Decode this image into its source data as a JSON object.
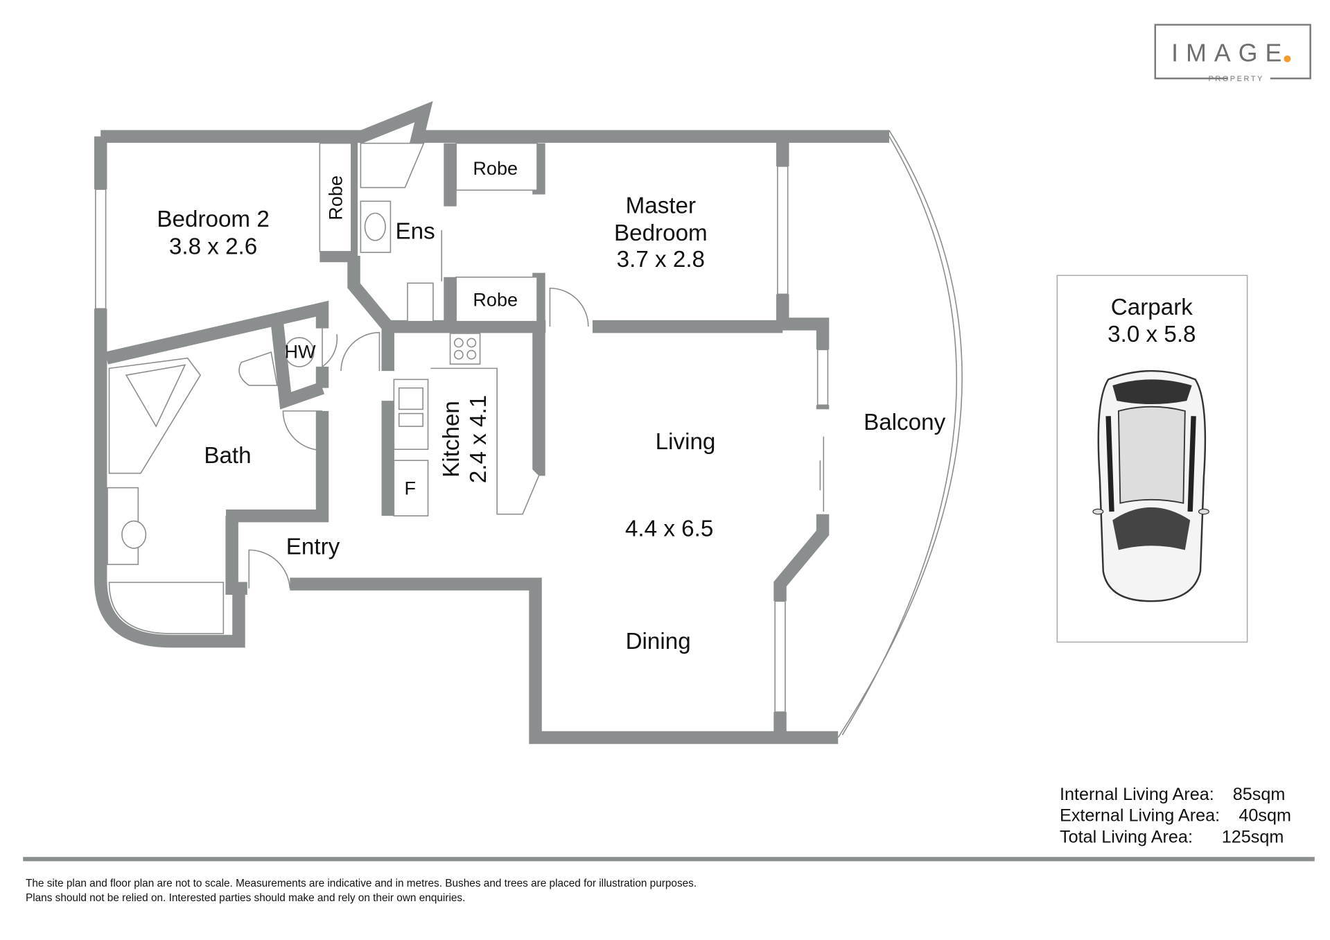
{
  "logo": {
    "name": "IMAGE",
    "sub": "PROPERTY",
    "dot_color": "#f39a2b"
  },
  "rooms": {
    "bedroom2": {
      "name": "Bedroom 2",
      "size": "3.8 x 2.6"
    },
    "robe_bed2": "Robe",
    "ensuite": "Ens",
    "robe_top": "Robe",
    "robe_bottom": "Robe",
    "master": {
      "name1": "Master",
      "name2": "Bedroom",
      "size": "3.7 x 2.8"
    },
    "hw": "HW",
    "bath": "Bath",
    "kitchen": {
      "name": "Kitchen",
      "size": "2.4 x 4.1"
    },
    "fridge": "F",
    "living": {
      "name": "Living",
      "size": "4.4 x 6.5"
    },
    "dining": "Dining",
    "entry": "Entry",
    "balcony": "Balcony",
    "carpark": {
      "name": "Carpark",
      "size": "3.0 x 5.8"
    }
  },
  "areas": [
    {
      "label": "Internal Living Area:",
      "value": "85sqm"
    },
    {
      "label": "External Living Area:",
      "value": "40sqm"
    },
    {
      "label": "Total Living Area:",
      "value": "125sqm"
    }
  ],
  "disclaimer": [
    "The site plan and floor plan are not to scale. Measurements are indicative and in metres. Bushes and trees are placed for illustration purposes.",
    "Plans should not be relied on. Interested parties should make and rely on their own enquiries."
  ],
  "colors": {
    "wall": "#8b8e8e",
    "accent": "#f39a2b"
  }
}
